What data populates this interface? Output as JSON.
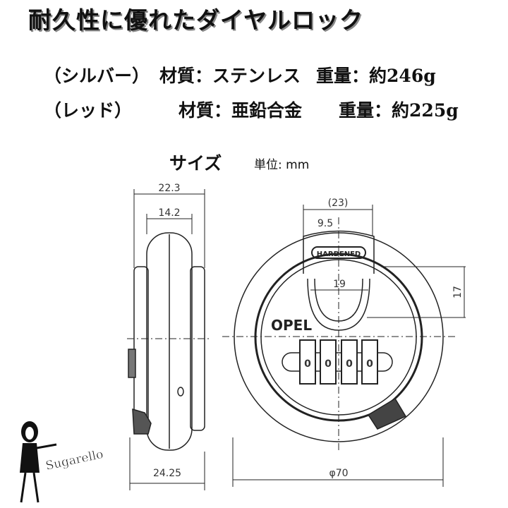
{
  "title": "耐久性に優れたダイヤルロック",
  "specs": [
    {
      "variant": "（シルバー）",
      "material": "材質：ステンレス",
      "weight": "重量：約246g"
    },
    {
      "variant": "（レッド）",
      "material": "材質：亜鉛合金",
      "weight": "重量：約225g"
    }
  ],
  "size": {
    "label": "サイズ",
    "unit": "単位: mm"
  },
  "dimensions": {
    "side_total_width": "22.3",
    "side_body_width": "14.2",
    "side_bottom_width": "24.25",
    "shackle_outer": "(23)",
    "shackle_thickness": "9.5",
    "shackle_inner": "19",
    "shackle_height": "17",
    "diameter": "φ70"
  },
  "lock": {
    "shackle_text": "HARDENED",
    "brand": "OPEL",
    "dial_digits": [
      "0",
      "0",
      "0",
      "0"
    ]
  },
  "logo": "Sugarello"
}
